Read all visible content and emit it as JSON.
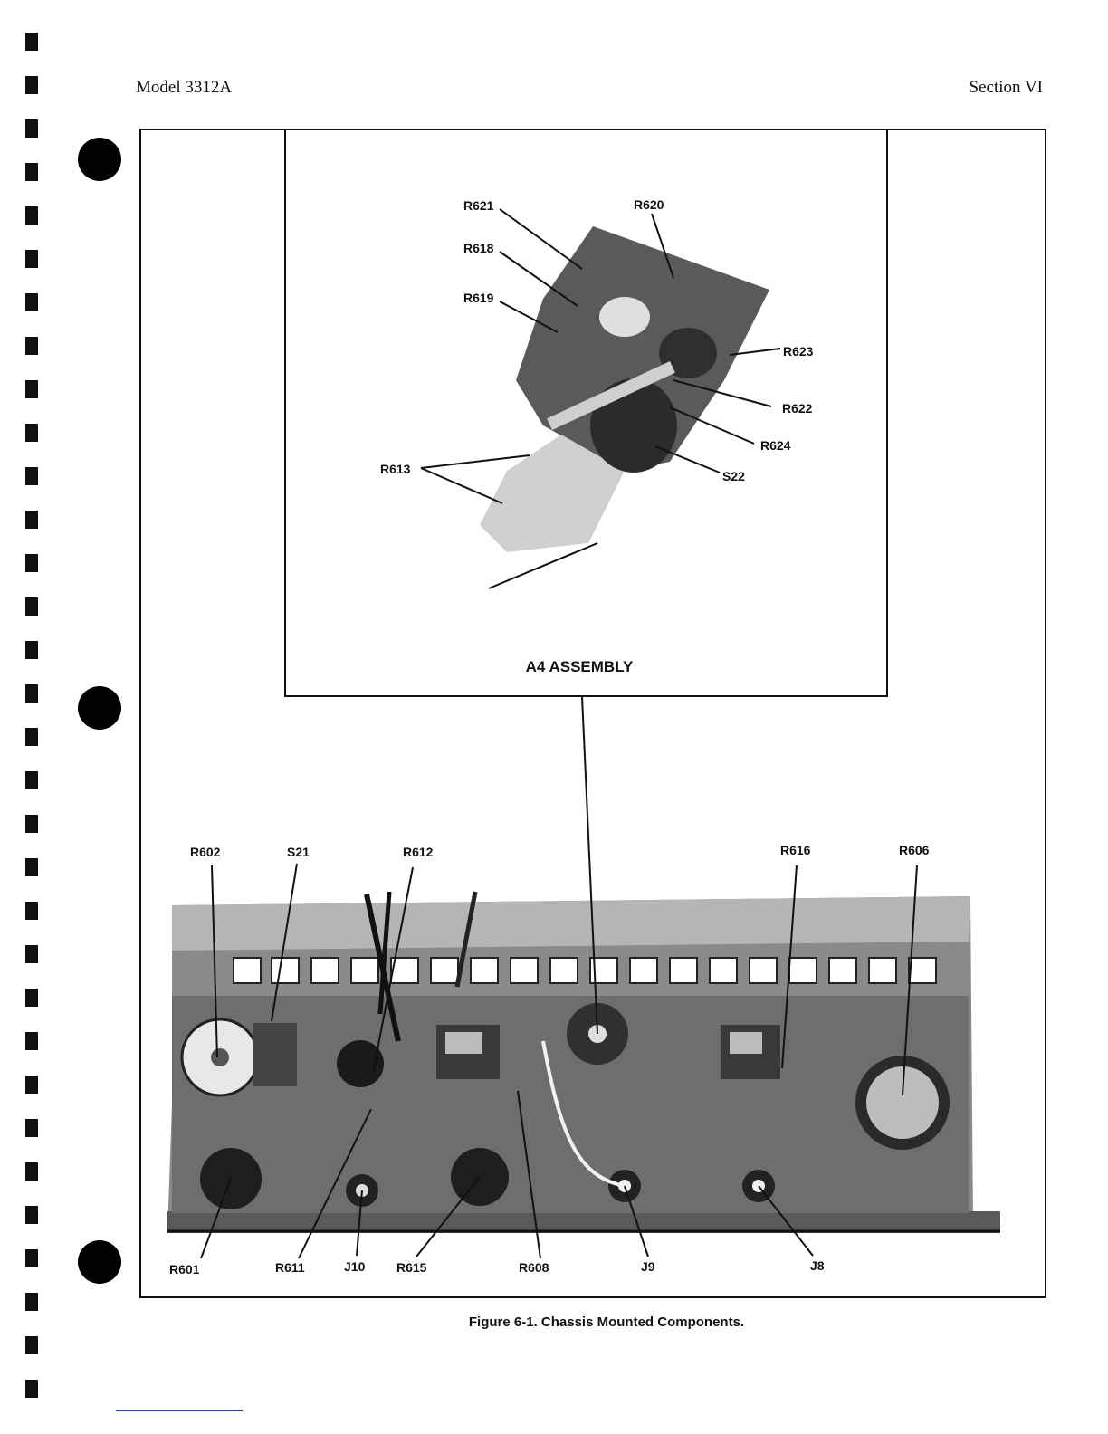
{
  "header": {
    "left": "Model 3312A",
    "right": "Section VI"
  },
  "inset": {
    "title": "A4 ASSEMBLY",
    "labels": {
      "r621": "R621",
      "r620": "R620",
      "r618": "R618",
      "r619": "R619",
      "r623": "R623",
      "r622": "R622",
      "r624": "R624",
      "s22": "S22",
      "r613": "R613"
    }
  },
  "chassis": {
    "top_labels": {
      "r602": "R602",
      "s21": "S21",
      "r612": "R612",
      "r616": "R616",
      "r606": "R606"
    },
    "bottom_labels": {
      "r601": "R601",
      "r611": "R611",
      "j10": "J10",
      "r615": "R615",
      "r608": "R608",
      "j9": "J9",
      "j8": "J8"
    }
  },
  "caption": "Figure 6-1.  Chassis Mounted Components."
}
